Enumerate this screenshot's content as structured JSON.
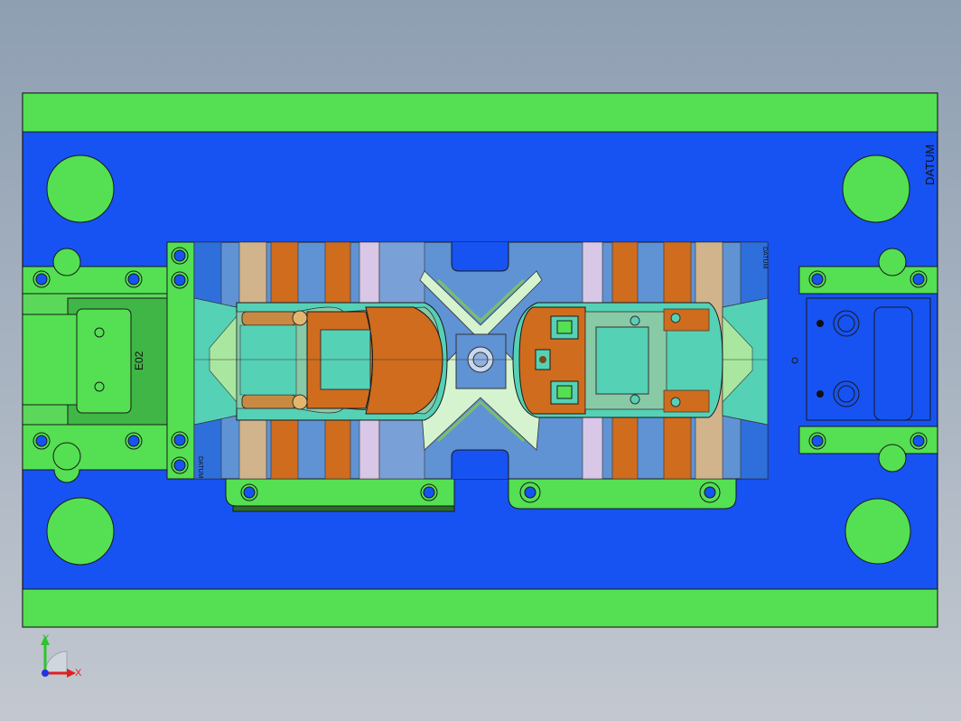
{
  "viewport": {
    "background_top": "#8e9fb2",
    "background_bottom": "#c3c8d0"
  },
  "labels": {
    "datum_main": "DATUM",
    "datum_small_left": "DATUM",
    "datum_small_right": "DATUM",
    "part_mark": "E02"
  },
  "triad": {
    "x_label": "X",
    "y_label": "Y"
  },
  "colors": {
    "plate_green": "#54e052",
    "plate_blue": "#1753f2",
    "insert_grey_blue": "#5f93d4",
    "cavity_orange": "#d06c1e",
    "cavity_teal": "#55d1b6",
    "outline": "#1a1a1a"
  }
}
